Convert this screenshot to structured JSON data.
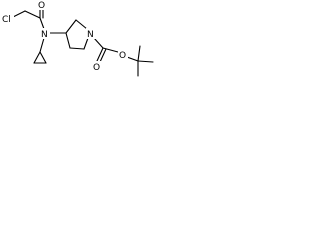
{
  "molecule": {
    "atoms": {
      "cl": "Cl",
      "o_carbonyl_acyl": "O",
      "n_amide": "N",
      "n_ring": "N",
      "o_carbonyl_carbamate": "O",
      "o_ester": "O"
    }
  }
}
